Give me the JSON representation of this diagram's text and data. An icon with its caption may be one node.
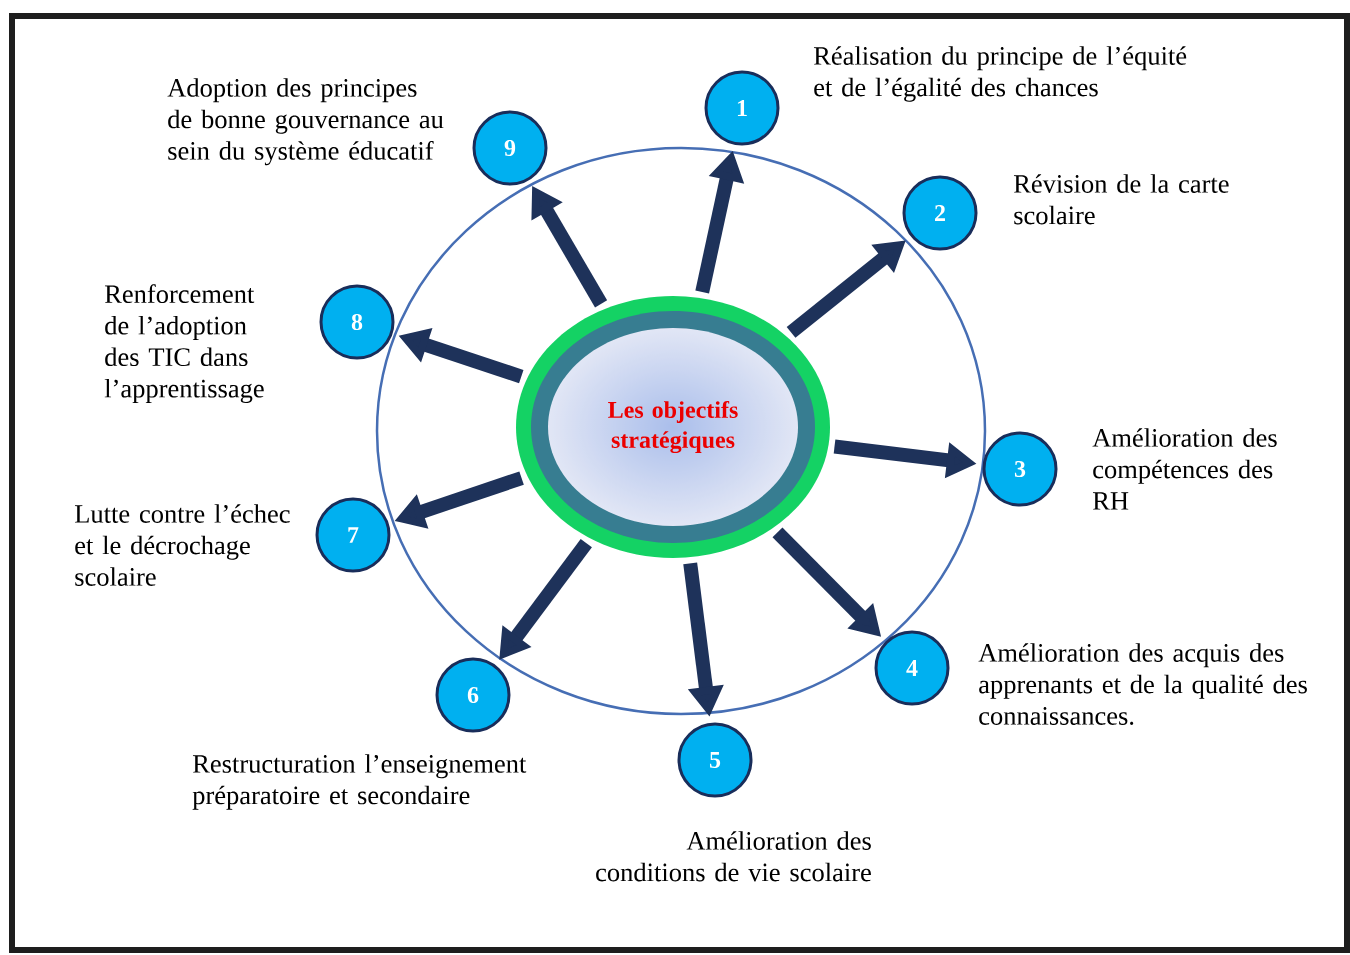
{
  "diagram": {
    "nodes": [
      {
        "text": [
          "Les objectifs stratégiques"
        ]
      },
      {
        "text": [
          "1"
        ],
        "beside": [
          "Réalisation du principe de l’équité et de l’égalité des chances"
        ]
      },
      {
        "text": [
          "2"
        ],
        "beside": [
          "Révision de la carte scolaire"
        ]
      },
      {
        "text": [
          "3"
        ],
        "beside": [
          "Amélioration des compétences des RH"
        ]
      },
      {
        "text": [
          "4"
        ],
        "beside": [
          "Amélioration des acquis des apprenants et de la qualité des connaissances."
        ]
      },
      {
        "text": [
          "5"
        ],
        "beside": [
          "Amélioration des conditions de vie scolaire"
        ]
      },
      {
        "text": [
          "6"
        ],
        "beside": [
          "Restructuration l’enseignement préparatoire et secondaire"
        ]
      },
      {
        "text": [
          "7"
        ],
        "beside": [
          "Lutte contre l’échec et le décrochage scolaire"
        ]
      },
      {
        "text": [
          "8"
        ],
        "beside": [
          "Renforcement de l’adoption des TIC dans l’apprentissage"
        ]
      },
      {
        "text": [
          "9"
        ],
        "beside": [
          "Adoption des principes de bonne gouvernance au sein du système éducatif"
        ]
      }
    ],
    "edges": [
      {
        "from": 0,
        "to": 1,
        "arrow": "to"
      },
      {
        "from": 0,
        "to": 2,
        "arrow": "to"
      },
      {
        "from": 0,
        "to": 3,
        "arrow": "to"
      },
      {
        "from": 0,
        "to": 4,
        "arrow": "to"
      },
      {
        "from": 0,
        "to": 5,
        "arrow": "to"
      },
      {
        "from": 0,
        "to": 6,
        "arrow": "to"
      },
      {
        "from": 0,
        "to": 7,
        "arrow": "to"
      },
      {
        "from": 0,
        "to": 8,
        "arrow": "to"
      },
      {
        "from": 0,
        "to": 9,
        "arrow": "to"
      }
    ]
  }
}
